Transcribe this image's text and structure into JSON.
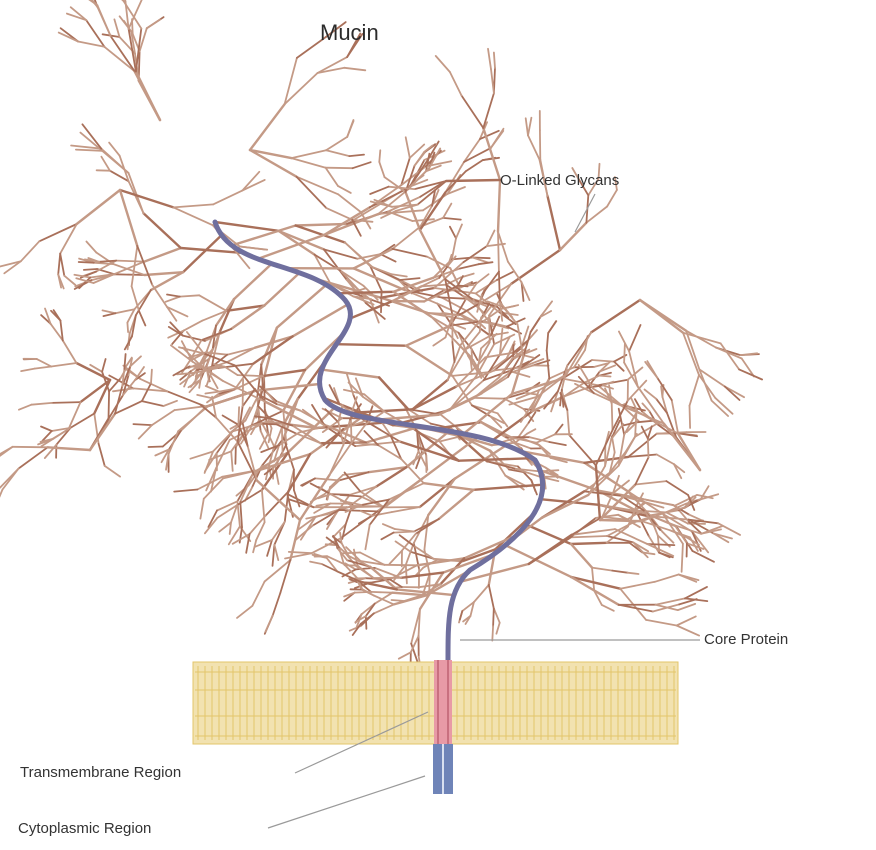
{
  "title": "Mucin",
  "labels": {
    "glycans": "O-Linked Glycans",
    "core_protein": "Core Protein",
    "transmembrane": "Transmembrane Region",
    "cytoplasmic": "Cytoplasmic Region"
  },
  "colors": {
    "glycan": "#c49a86",
    "glycan_dark": "#a9705a",
    "core_protein": "#6f6f9e",
    "membrane": "#f2e2b0",
    "membrane_line": "#e3c56a",
    "transmembrane": "#e89aa6",
    "cytoplasmic": "#6f84b8",
    "leader": "#9a9a9a"
  }
}
